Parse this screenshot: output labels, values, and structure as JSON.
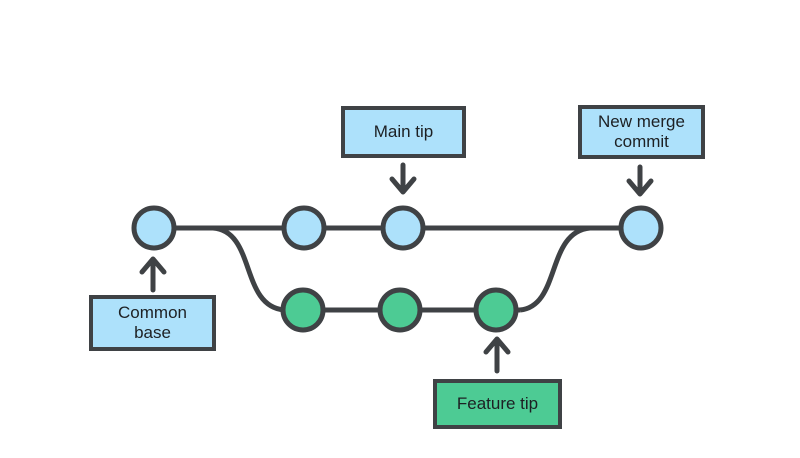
{
  "diagram": {
    "background": "#ffffff",
    "colors": {
      "line": "#3F4245",
      "main_commit_fill": "#ADE1FB",
      "feature_commit_fill": "#4DCB94",
      "label_text": "#1D2023",
      "main_label_bg": "#ADE1FB",
      "feature_label_bg": "#4DCB94"
    },
    "labels": {
      "main_tip": "Main tip",
      "new_merge_commit": "New merge commit",
      "common_base": "Common base",
      "feature_tip": "Feature tip"
    },
    "structure": {
      "main_branch_commit_count": 4,
      "feature_branch_commit_count": 3,
      "description": "Feature branch diverges from common base and merges back into main at new merge commit"
    }
  }
}
